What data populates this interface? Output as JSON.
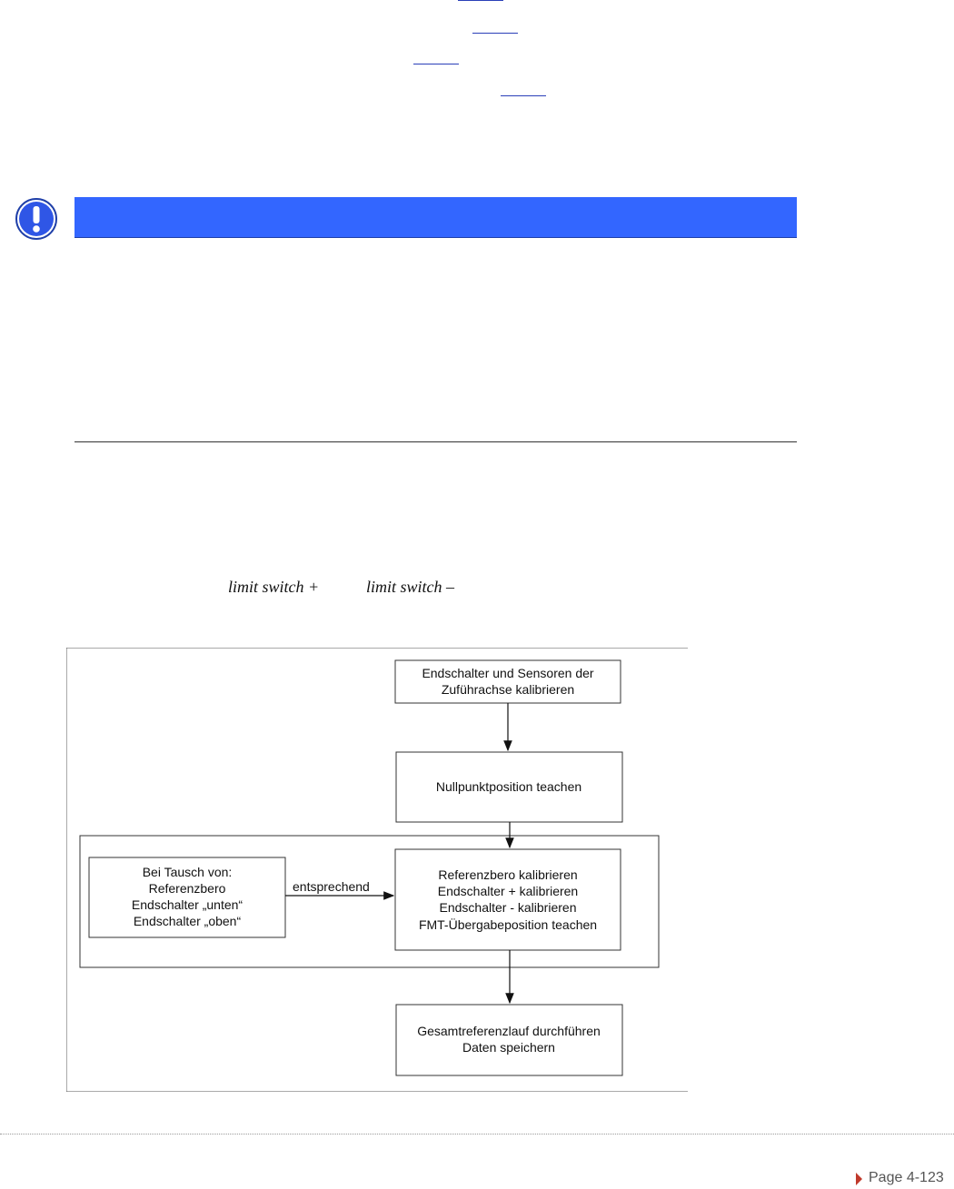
{
  "notice": {
    "icon": "exclamation-icon",
    "bar_color": "#3366ff"
  },
  "terms": {
    "limit_plus": "limit switch +",
    "limit_minus": "limit switch –"
  },
  "diagram": {
    "box_calibrate_axis": [
      "Endschalter und Sensoren der",
      "Zuführachse kalibrieren"
    ],
    "box_teach_zero": [
      "Nullpunktposition teachen"
    ],
    "box_replacement": [
      "Bei Tausch von:",
      "Referenzbero",
      "Endschalter „unten“",
      "Endschalter „oben“"
    ],
    "arrow_label": "entsprechend",
    "box_calibrate_refs": [
      "Referenzbero kalibrieren",
      "Endschalter + kalibrieren",
      "Endschalter - kalibrieren",
      "FMT-Übergabeposition teachen"
    ],
    "box_total_reference": [
      "Gesamtreferenzlauf durchführen",
      "Daten speichern"
    ]
  },
  "footer": {
    "page_label": "Page 4-123"
  }
}
